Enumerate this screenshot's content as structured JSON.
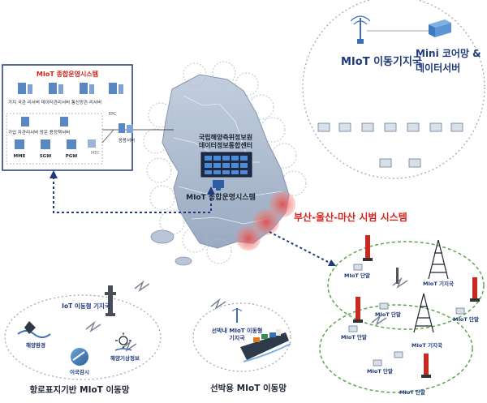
{
  "ops_box": {
    "title": "MIoT 종합운영시스템",
    "row1": "가지 국관 리서버  데이터관리서버  통신망관 리서버",
    "epc": "EPC",
    "row2": "가입 자관리서버  망운 용정책서버",
    "nodes": [
      "MME",
      "SGW",
      "PGW"
    ],
    "mec": "MEC",
    "app_server": "응용서버"
  },
  "center_label": "국립해양측위정보원\n데이터정보통합센터",
  "center_label_lines": [
    "국립해양측위정보원",
    "데이터정보통합센터"
  ],
  "ops_label": "MIoT 종합운영시스템",
  "pilot_label": "부산-울산-마산 시범 시스템",
  "mobile_bs": {
    "bs_label": "MIoT 이동기지국",
    "core_label_1": "Mini 코어망 &",
    "core_label_2": "데이터서버"
  },
  "beacon_group": {
    "bs_label": "IoT 이동형 기지국",
    "items": [
      "해양환경",
      "이국감시",
      "해양기상정보"
    ],
    "caption": "항로표지기반 MIoT 이동망"
  },
  "ship_group": {
    "bs_label_1": "선박내 MIoT 이동형",
    "bs_label_2": "기지국",
    "caption": "선박용 MIoT 이동망"
  },
  "terminal_group": {
    "terminal": "MIoT 단말",
    "bs": "MIoT 기지국"
  },
  "colors": {
    "navy": "#1f3a7a",
    "red": "#e0302a",
    "map_blue": "#9fb2cc",
    "circle_gray": "#9aa3b0",
    "green_dash": "#5aa64a"
  }
}
